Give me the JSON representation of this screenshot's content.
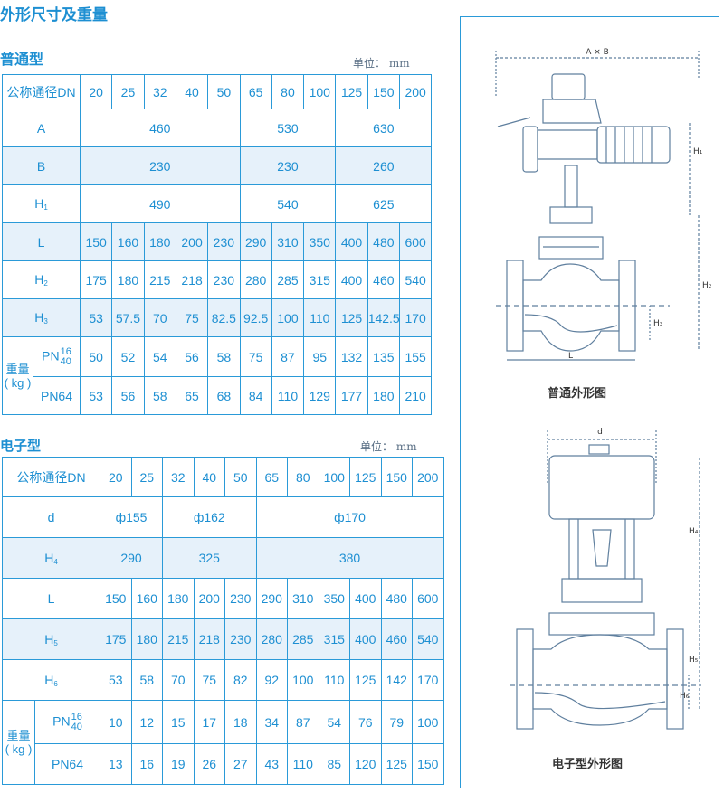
{
  "page_title": "外形尺寸及重量",
  "section1": {
    "title": "普通型",
    "unit": "单位：  mm",
    "header_label": "公称通径DN",
    "dn": [
      "20",
      "25",
      "32",
      "40",
      "50",
      "65",
      "80",
      "100",
      "125",
      "150",
      "200"
    ],
    "rows": [
      {
        "label": "A",
        "merged": [
          {
            "span": 5,
            "value": "460"
          },
          {
            "span": 3,
            "value": "530"
          },
          {
            "span": 3,
            "value": "630"
          }
        ]
      },
      {
        "label": "B",
        "merged": [
          {
            "span": 5,
            "value": "230"
          },
          {
            "span": 3,
            "value": "230"
          },
          {
            "span": 3,
            "value": "260"
          }
        ]
      },
      {
        "label_main": "H",
        "label_sub": "1",
        "merged": [
          {
            "span": 5,
            "value": "490"
          },
          {
            "span": 3,
            "value": "540"
          },
          {
            "span": 3,
            "value": "625"
          }
        ]
      },
      {
        "label": "L",
        "values": [
          "150",
          "160",
          "180",
          "200",
          "230",
          "290",
          "310",
          "350",
          "400",
          "480",
          "600"
        ]
      },
      {
        "label_main": "H",
        "label_sub": "2",
        "values": [
          "175",
          "180",
          "215",
          "218",
          "230",
          "280",
          "285",
          "315",
          "400",
          "460",
          "540"
        ]
      },
      {
        "label_main": "H",
        "label_sub": "3",
        "values": [
          "53",
          "57.5",
          "70",
          "75",
          "82.5",
          "92.5",
          "100",
          "110",
          "125",
          "142.5",
          "170"
        ]
      }
    ],
    "weight_label": "重量",
    "weight_unit": "( kg )",
    "pn16_main": "PN",
    "pn16_top": "16",
    "pn16_bottom": "40",
    "pn16_values": [
      "50",
      "52",
      "54",
      "56",
      "58",
      "75",
      "87",
      "95",
      "132",
      "135",
      "155"
    ],
    "pn64_label": "PN64",
    "pn64_values": [
      "53",
      "56",
      "58",
      "65",
      "68",
      "84",
      "110",
      "129",
      "177",
      "180",
      "210"
    ]
  },
  "section2": {
    "title": "电子型",
    "unit": "单位：  mm",
    "header_label": "公称通径DN",
    "dn": [
      "20",
      "25",
      "32",
      "40",
      "50",
      "65",
      "80",
      "100",
      "125",
      "150",
      "200"
    ],
    "rows": [
      {
        "label": "d",
        "merged": [
          {
            "span": 2,
            "value": "ф155"
          },
          {
            "span": 3,
            "value": "ф162"
          },
          {
            "span": 6,
            "value": "ф170"
          }
        ]
      },
      {
        "label_main": "H",
        "label_sub": "4",
        "merged": [
          {
            "span": 2,
            "value": "290"
          },
          {
            "span": 3,
            "value": "325"
          },
          {
            "span": 6,
            "value": "380"
          }
        ]
      },
      {
        "label": "L",
        "values": [
          "150",
          "160",
          "180",
          "200",
          "230",
          "290",
          "310",
          "350",
          "400",
          "480",
          "600"
        ]
      },
      {
        "label_main": "H",
        "label_sub": "5",
        "values": [
          "175",
          "180",
          "215",
          "218",
          "230",
          "280",
          "285",
          "315",
          "400",
          "460",
          "540"
        ]
      },
      {
        "label_main": "H",
        "label_sub": "6",
        "values": [
          "53",
          "58",
          "70",
          "75",
          "82",
          "92",
          "100",
          "110",
          "125",
          "142",
          "170"
        ]
      }
    ],
    "weight_label": "重量",
    "weight_unit": "( kg )",
    "pn16_main": "PN",
    "pn16_top": "16",
    "pn16_bottom": "40",
    "pn16_values": [
      "10",
      "12",
      "15",
      "17",
      "18",
      "34",
      "87",
      "54",
      "76",
      "79",
      "100"
    ],
    "pn64_label": "PN64",
    "pn64_values": [
      "13",
      "16",
      "19",
      "26",
      "27",
      "43",
      "110",
      "85",
      "120",
      "125",
      "150"
    ]
  },
  "figures": {
    "fig1_caption": "普通外形图",
    "fig1_labels": {
      "top": "A × B",
      "h1": "H₁",
      "h2": "H₂",
      "h3": "H₃",
      "l": "L"
    },
    "fig2_caption": "电子型外形图",
    "fig2_labels": {
      "d": "d",
      "h4": "H₄",
      "h5": "H₅",
      "h6": "H₆"
    }
  },
  "colors": {
    "accent": "#1d8fd2",
    "border": "#2a9ad8",
    "shade": "#e6f1fa"
  }
}
